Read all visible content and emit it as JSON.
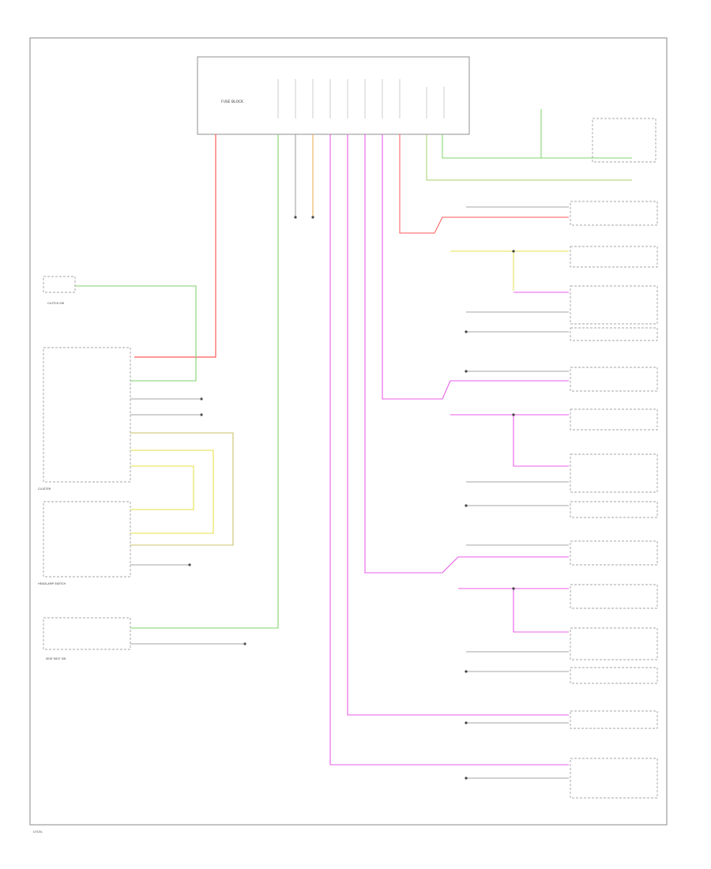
{
  "labels": {
    "fuse_block": "FUSE BLOCK",
    "clutch_sw": "CLUTCH SW",
    "cluster": "CLUSTER",
    "headlamp_switch": "HEADLAMP SWITCH",
    "seat_belt": "SEAT BELT SW",
    "footer": "LOCAL"
  },
  "colors": {
    "red": "#ff5a5a",
    "green": "#7fd36b",
    "magenta": "#e95ce9",
    "yellow": "#e6e24a",
    "orange": "#e8a44a",
    "olive": "#c9c06a",
    "frame": "#777777"
  }
}
